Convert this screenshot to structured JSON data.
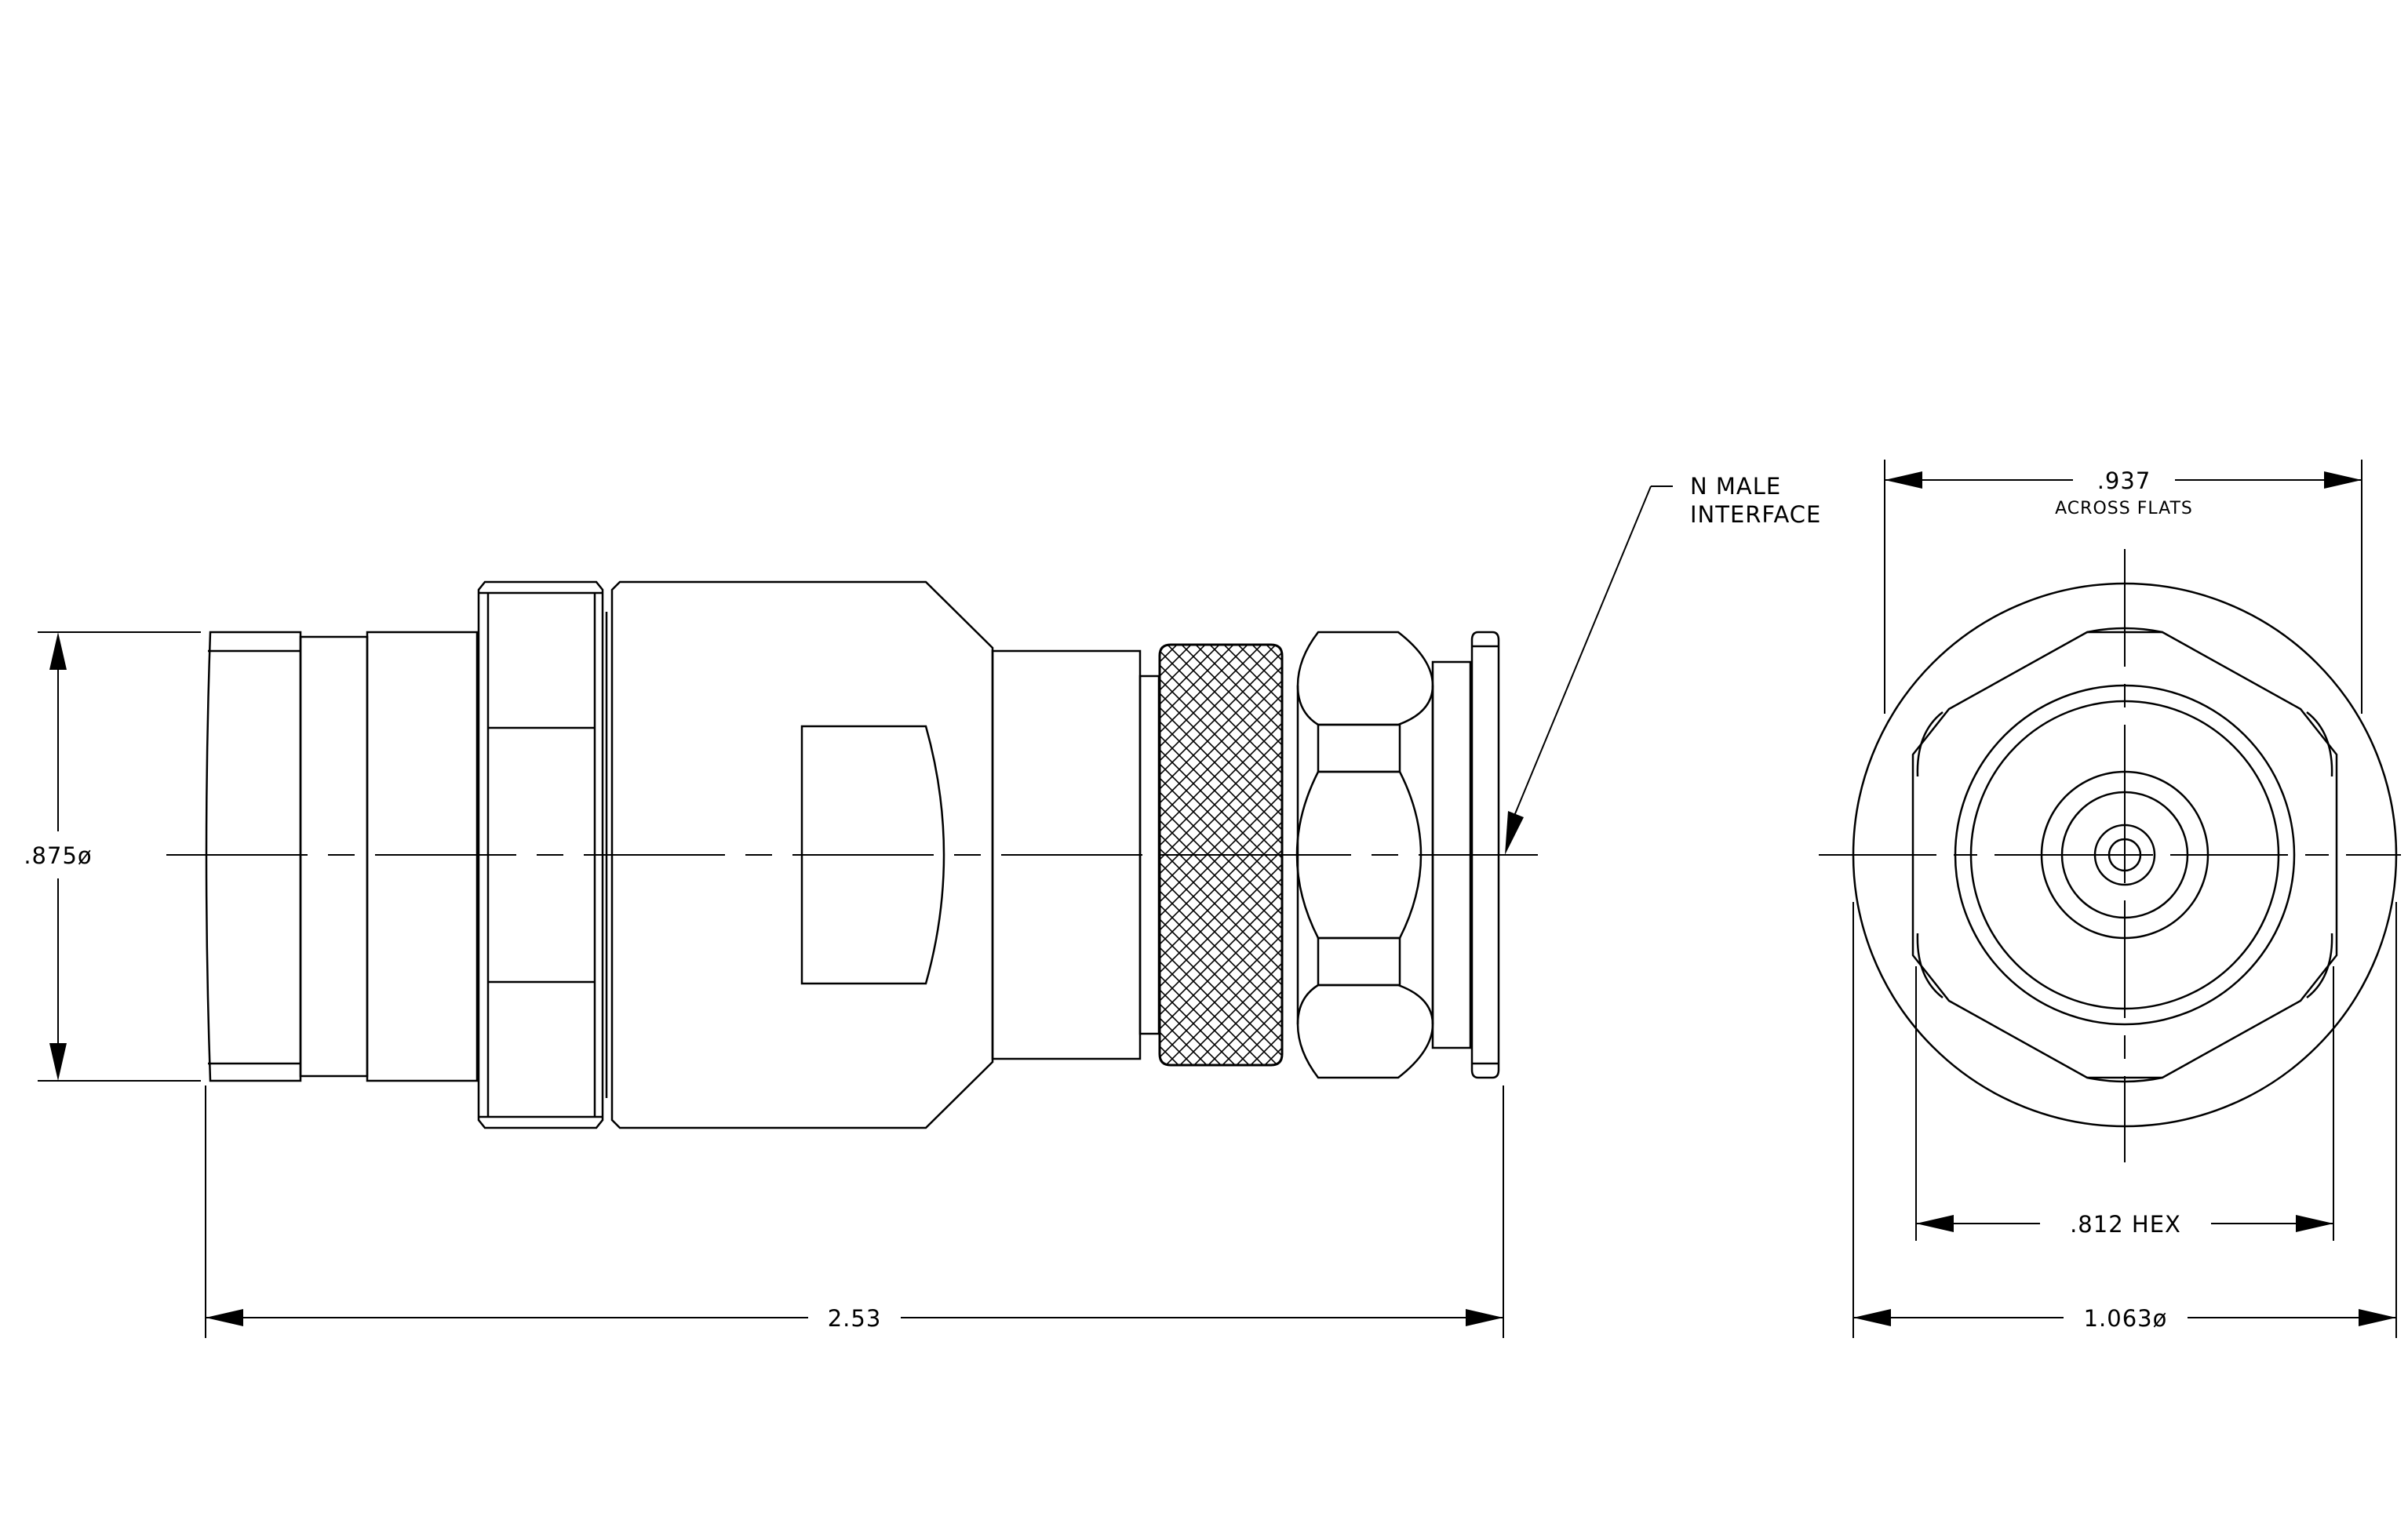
{
  "side_view": {
    "dim_diameter": ".875ø",
    "dim_length": "2.53",
    "callout_line1": "N  MALE",
    "callout_line2": "INTERFACE"
  },
  "end_view": {
    "dim_flats": ".937",
    "dim_flats_note": "ACROSS  FLATS",
    "dim_hex": ".812  HEX",
    "dim_outer": "1.063ø"
  },
  "colors": {
    "line": "#000000",
    "background": "#ffffff"
  }
}
